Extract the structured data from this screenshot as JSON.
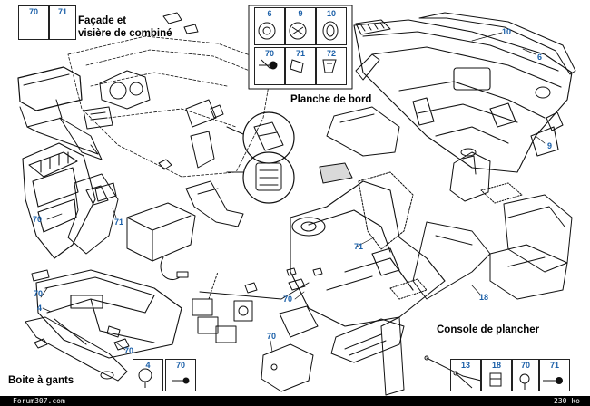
{
  "sections": {
    "facade_line1": "Façade et",
    "facade_line2": "visière de combiné",
    "planche": "Planche de bord",
    "console": "Console de plancher",
    "boite": "Boite à gants"
  },
  "part_boxes": {
    "top_left": [
      "70",
      "71"
    ],
    "planche_kit_row1": [
      "6",
      "9",
      "10"
    ],
    "planche_kit_row2": [
      "70",
      "71",
      "72"
    ],
    "bottom_center": [
      "4",
      "70"
    ],
    "bottom_right": [
      "13",
      "18",
      "70",
      "71"
    ]
  },
  "callouts": {
    "c10": "10",
    "c6": "6",
    "c9": "9",
    "c70_left": "70",
    "c71_left": "71",
    "c71_console": "71",
    "c18": "18",
    "c70_console": "70",
    "c70_glove_top": "70",
    "c4": "4",
    "c70_glove": "70",
    "c70_airbag": "70"
  },
  "footer": {
    "site": "Forum307.com",
    "size": "230 ko"
  }
}
